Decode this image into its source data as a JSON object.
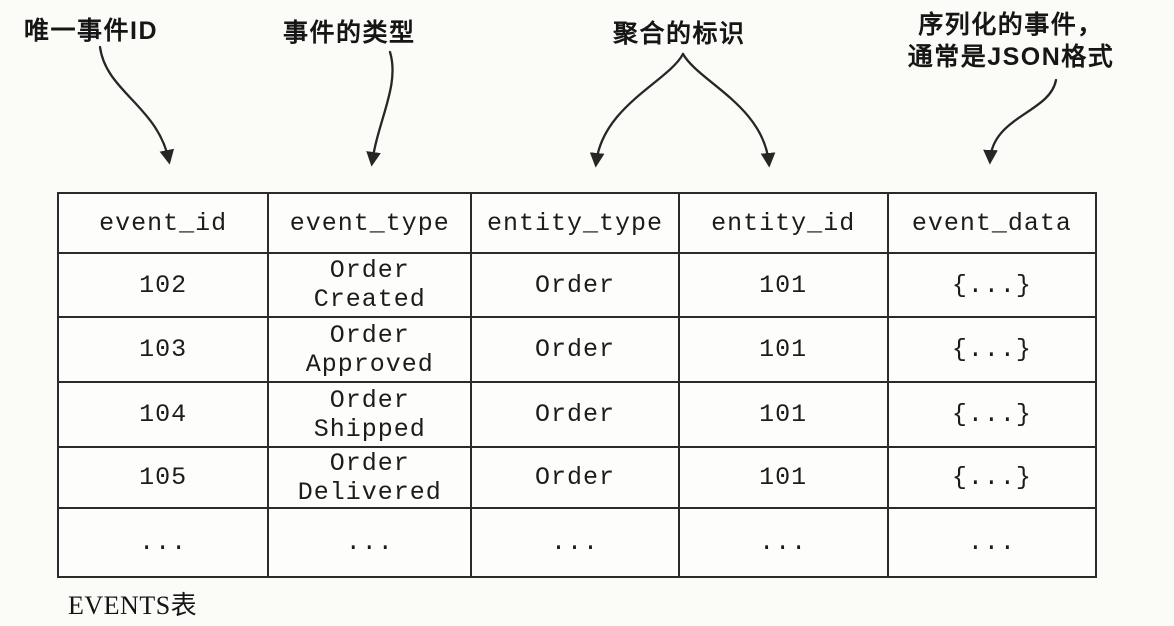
{
  "page": {
    "background": "#fbfbf8",
    "ink": "#1c1c1c",
    "line_color": "#2b2b2b"
  },
  "annotations": {
    "unique_event_id": "唯一事件ID",
    "event_type": "事件的类型",
    "aggregate_id": "聚合的标识",
    "serialized_event_line1": "序列化的事件，",
    "serialized_event_line2": "通常是JSON格式"
  },
  "table": {
    "caption": "EVENTS表",
    "columns": [
      "event_id",
      "event_type",
      "entity_type",
      "entity_id",
      "event_data"
    ],
    "rows": [
      [
        "102",
        "Order\nCreated",
        "Order",
        "101",
        "{...}"
      ],
      [
        "103",
        "Order\nApproved",
        "Order",
        "101",
        "{...}"
      ],
      [
        "104",
        "Order\nShipped",
        "Order",
        "101",
        "{...}"
      ],
      [
        "105",
        "Order\nDelivered",
        "Order",
        "101",
        "{...}"
      ],
      [
        "...",
        "...",
        "...",
        "...",
        "..."
      ]
    ]
  }
}
